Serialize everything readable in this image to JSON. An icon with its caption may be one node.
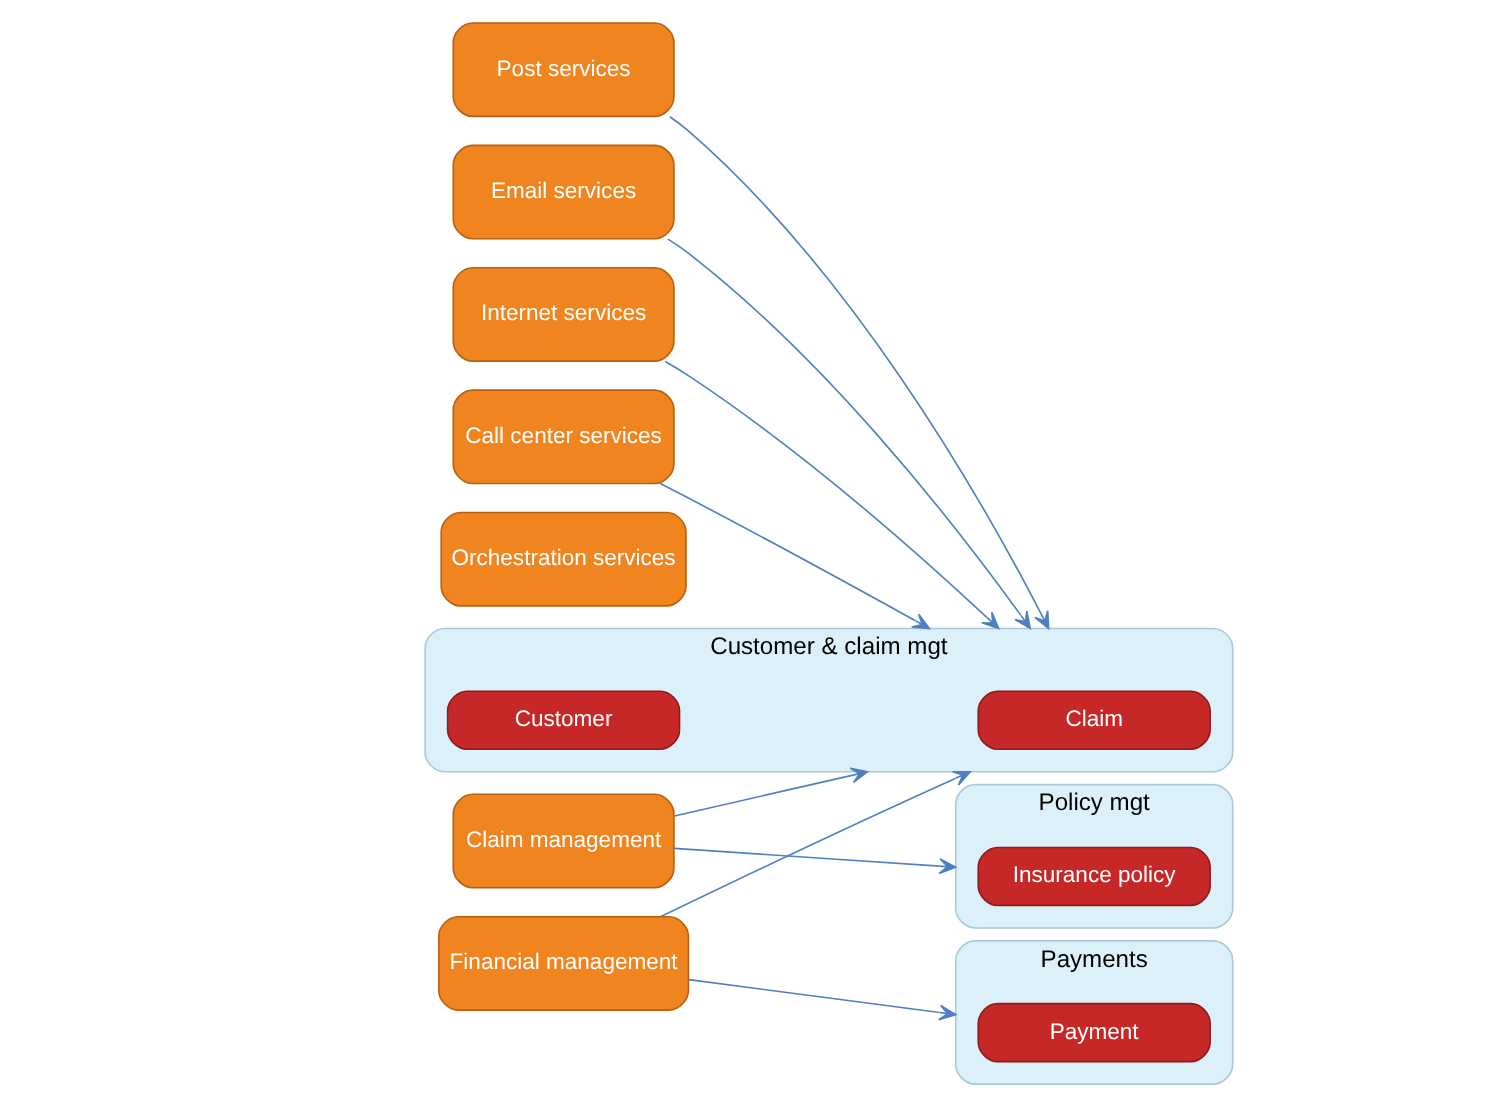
{
  "diagram": {
    "nodes": [
      {
        "text": [
          "Post services"
        ]
      },
      {
        "text": [
          "Email services"
        ]
      },
      {
        "text": [
          "Internet services"
        ]
      },
      {
        "text": [
          "Call center services"
        ]
      },
      {
        "text": [
          "Orchestration services"
        ]
      },
      {
        "text": [
          "Claim management"
        ]
      },
      {
        "text": [
          "Financial management"
        ]
      },
      {
        "text": [
          "Customer & claim mgt"
        ]
      },
      {
        "text": [
          "Claim"
        ],
        "in": 7
      },
      {
        "text": [
          "Customer"
        ],
        "in": 7
      },
      {
        "text": [
          "Policy mgt"
        ]
      },
      {
        "text": [
          "Insurance policy"
        ],
        "in": 10
      },
      {
        "text": [
          "Payments"
        ]
      },
      {
        "text": [
          "Payment"
        ],
        "in": 12
      }
    ],
    "edges": [
      {
        "from": 0,
        "to": 7,
        "arrow": "to"
      },
      {
        "from": 1,
        "to": 7,
        "arrow": "to"
      },
      {
        "from": 2,
        "to": 7,
        "arrow": "to"
      },
      {
        "from": 3,
        "to": 7,
        "arrow": "to"
      },
      {
        "from": 5,
        "to": 7,
        "arrow": "to"
      },
      {
        "from": 5,
        "to": 10,
        "arrow": "to"
      },
      {
        "from": 6,
        "to": 7,
        "arrow": "to"
      },
      {
        "from": 6,
        "to": 12,
        "arrow": "to"
      }
    ]
  }
}
